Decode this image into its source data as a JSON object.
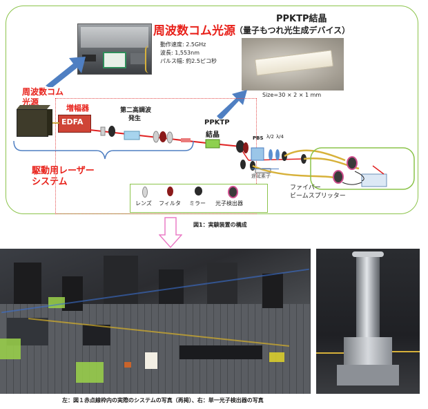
{
  "source_panel": {
    "title": "周波数コム光源",
    "spec_rate": "動作速度: 2.5GHz",
    "spec_wavelength": "波長: 1,553nm",
    "spec_pulse": "パルス幅: 約2.5ピコ秒"
  },
  "ppktp_panel": {
    "title_line1": "PPKTP結晶",
    "title_line2": "（量子もつれ光生成デバイス）",
    "size": "Size=30 × 2 × 1 mm"
  },
  "diagram": {
    "comb_source_label_line1": "周波数コム",
    "comb_source_label_line2": "光源",
    "amplifier_label": "増幅器",
    "edfa_label": "EDFA",
    "shg_label_line1": "第二高調波",
    "shg_label_line2": "発生",
    "ppktp_label_line1": "PPKTP",
    "ppktp_label_line2": "結晶",
    "pbs_label": "PBS",
    "half_wave_label": "λ/2",
    "quarter_wave_label": "λ/4",
    "delay_label": "遅延素子",
    "laser_system_line1": "駆動用レーザー",
    "laser_system_line2": "システム",
    "fiber_bs_line1": "ファイバー",
    "fiber_bs_line2": "ビームスプリッター"
  },
  "legend": {
    "lens": "レンズ",
    "filter": "フィルタ",
    "mirror": "ミラー",
    "detector": "光子検出器"
  },
  "captions": {
    "figure1": "図1：実験装置の構成",
    "bottom": "左：図１赤点線枠内の実際のシステムの写真（再掲）、右：単一光子検出器の写真"
  },
  "colors": {
    "frame_green": "#8bc34a",
    "dotted_red": "#e34b4b",
    "arrow_blue": "#4f7fc2",
    "laser_red": "#e02020",
    "accent_red": "#e8211a",
    "arrow_pink": "#ea7bc5"
  }
}
